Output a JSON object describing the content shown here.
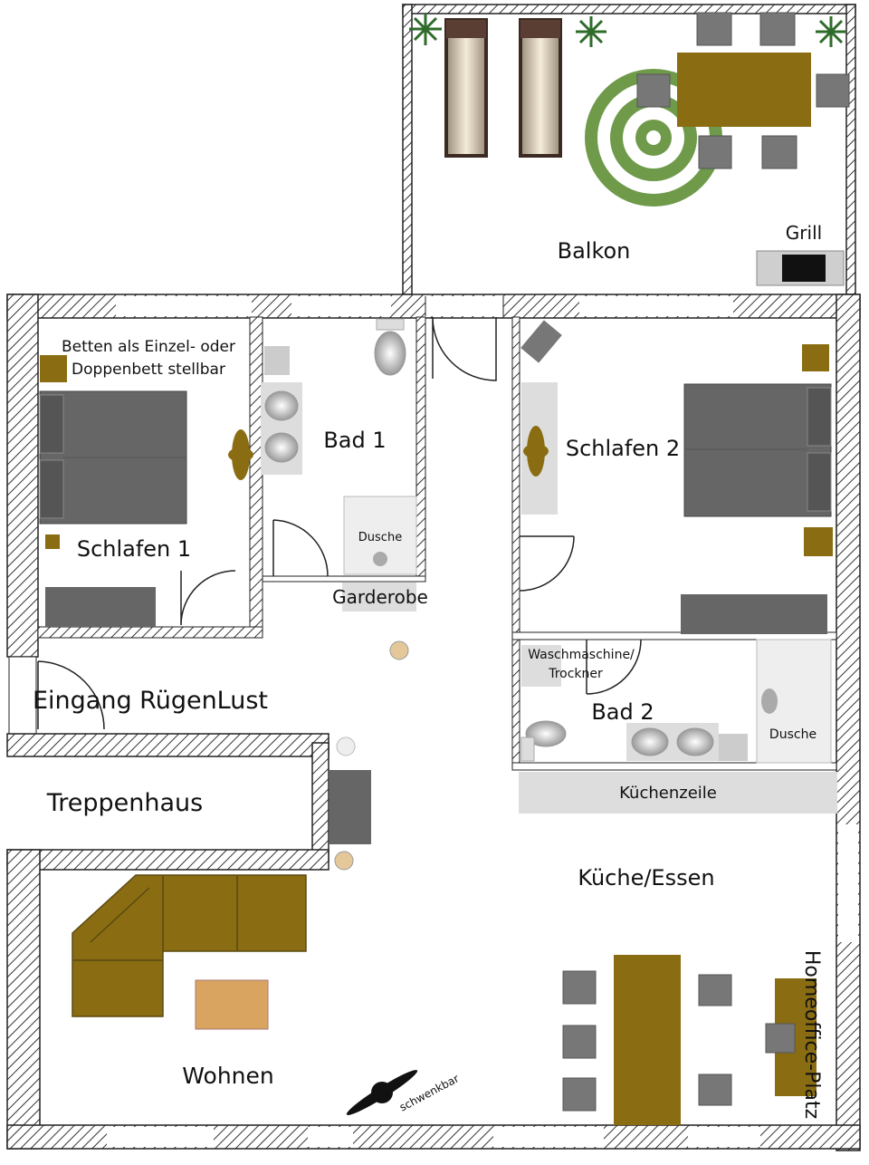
{
  "labels": {
    "balkon": "Balkon",
    "grill": "Grill",
    "betten_line1": "Betten als Einzel- oder",
    "betten_line2": "Doppenbett stellbar",
    "schlafen1": "Schlafen 1",
    "bad1": "Bad 1",
    "dusche1": "Dusche",
    "garderobe": "Garderobe",
    "schlafen2": "Schlafen 2",
    "wasch_line1": "Waschmaschine/",
    "wasch_line2": "Trockner",
    "bad2": "Bad 2",
    "dusche2": "Dusche",
    "eingang": "Eingang RügenLust",
    "treppenhaus": "Treppenhaus",
    "kuechenzeile": "Küchenzeile",
    "kueche_essen": "Küche/Essen",
    "homeoffice": "Homeoffice-Platz",
    "wohnen": "Wohnen",
    "schwenkbar": "schwenkbar"
  },
  "colors": {
    "wall": "#ffffff",
    "hatch": "#333333",
    "furniture_brown": "#8a6d12",
    "furniture_grey": "#6e6e6e",
    "light_grey": "#d9d9d9",
    "rug_green": "#6e9a4a",
    "table_wood": "#d9a45f"
  }
}
